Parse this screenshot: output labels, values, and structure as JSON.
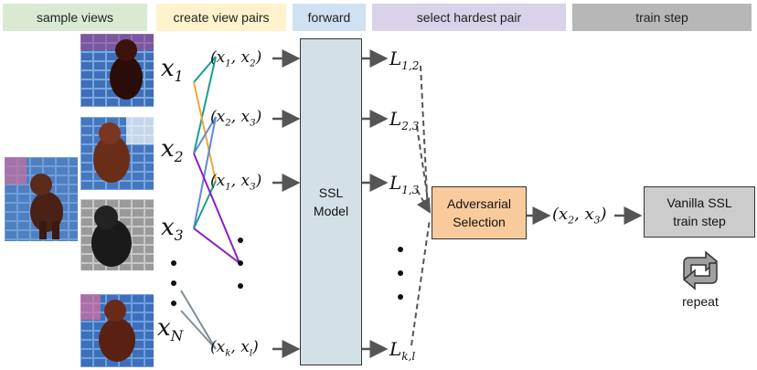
{
  "headers": {
    "sample_views": "sample views",
    "create_pairs": "create view pairs",
    "forward": "forward",
    "select_hardest": "select hardest pair",
    "train_step": "train step"
  },
  "colors": {
    "sample_views": "#d9ead3",
    "create_pairs": "#fff2cc",
    "forward": "#cfe2f3",
    "select_hardest": "#d9d2e9",
    "train_step": "#b7b7b7",
    "ssl_model": "#d3e1e6",
    "adversarial": "#f9cb9c",
    "vanilla": "#cccccc",
    "teal": "#1a9e8f",
    "orange": "#f0a73a",
    "blue": "#5b8bd6",
    "purple": "#8a1fc2",
    "gray": "#7f8f99"
  },
  "views": {
    "x1": "x",
    "x1_sub": "1",
    "x2": "x",
    "x2_sub": "2",
    "x3": "x",
    "x3_sub": "3",
    "xN": "x",
    "xN_sub": "N"
  },
  "pairs": {
    "p12": "(x₁, x₂)",
    "p23": "(x₂, x₃)",
    "p13": "(x₁, x₃)",
    "pkl": "(x_k, x_l)"
  },
  "pairs_display": {
    "p12_a": "x",
    "p12_a_sub": "1",
    "p12_b": "x",
    "p12_b_sub": "2",
    "p23_a": "x",
    "p23_a_sub": "2",
    "p23_b": "x",
    "p23_b_sub": "3",
    "p13_a": "x",
    "p13_a_sub": "1",
    "p13_b": "x",
    "p13_b_sub": "3",
    "pkl_a": "x",
    "pkl_a_sub": "k",
    "pkl_b": "x",
    "pkl_b_sub": "l"
  },
  "losses": {
    "l12": "L",
    "l12_sub": "1,2",
    "l23": "L",
    "l23_sub": "2,3",
    "l13": "L",
    "l13_sub": "1,3",
    "lkl": "L",
    "lkl_sub": "k,l"
  },
  "ssl_model": {
    "line1": "SSL",
    "line2": "Model"
  },
  "adversarial": {
    "line1": "Adversarial",
    "line2": "Selection"
  },
  "selected_pair": {
    "a": "x",
    "a_sub": "2",
    "b": "x",
    "b_sub": "3"
  },
  "vanilla": {
    "line1": "Vanilla SSL",
    "line2": "train step"
  },
  "repeat_label": "repeat",
  "icons": [
    "repeat-icon",
    "poodle-photo"
  ]
}
